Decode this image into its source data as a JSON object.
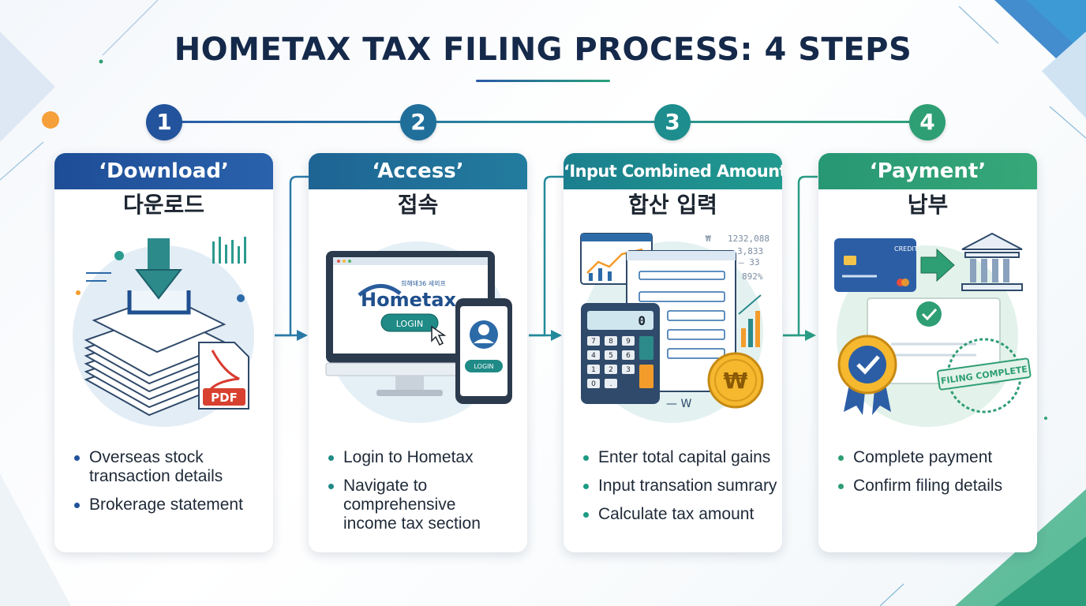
{
  "title": "HOMETAX TAX FILING PROCESS: 4 STEPS",
  "colors": {
    "step1": "#22539c",
    "step2": "#1f6f9a",
    "step3": "#1d8d8e",
    "step4": "#2e9e74",
    "accent_orange": "#f39c2b"
  },
  "steps": [
    {
      "number": "1",
      "heading": "‘Download’",
      "heading_ko": "다운로드",
      "illustration": {
        "icons": [
          "download-icon",
          "documents-icon",
          "pdf-file-icon"
        ],
        "pdf_label": "PDF"
      },
      "bullets": [
        "Overseas stock transaction details",
        "Brokerage statement"
      ]
    },
    {
      "number": "2",
      "heading": "‘Access’",
      "heading_ko": "접속",
      "illustration": {
        "icons": [
          "monitor-icon",
          "smartphone-icon",
          "user-icon",
          "cursor-icon"
        ],
        "brand_small": "희해돼36 세외프",
        "brand": "Hometax",
        "login_button": "LOGIN",
        "phone_login_button": "LOGIN"
      },
      "bullets": [
        "Login to Hometax",
        "Navigate to comprehensive income tax section"
      ]
    },
    {
      "number": "3",
      "heading": "‘Input Combined Amount’",
      "heading_ko": "합산 입력",
      "illustration": {
        "icons": [
          "chart-window-icon",
          "form-icon",
          "calculator-icon",
          "won-coin-icon",
          "bar-chart-icon"
        ],
        "figures": [
          "₩",
          "1232,088",
          "3,833",
          "— 33",
          "892%"
        ],
        "calculator_display": "0",
        "calculator_keys": [
          "7",
          "8",
          "9",
          "4",
          "5",
          "6",
          "1",
          "2",
          "3",
          "0",
          "."
        ],
        "coin_symbol": "₩",
        "form_footer": "— W"
      },
      "bullets": [
        "Enter total capital gains",
        "Input transation sumrary",
        "Calculate tax amount"
      ]
    },
    {
      "number": "4",
      "heading": "‘Payment’",
      "heading_ko": "납부",
      "illustration": {
        "icons": [
          "credit-card-icon",
          "bank-icon",
          "check-icon",
          "badge-icon",
          "stamp-icon"
        ],
        "card_label": "CREDIT",
        "stamp_text": "FILING COMPLETE"
      },
      "bullets": [
        "Complete payment",
        "Confirm filing details"
      ]
    }
  ]
}
